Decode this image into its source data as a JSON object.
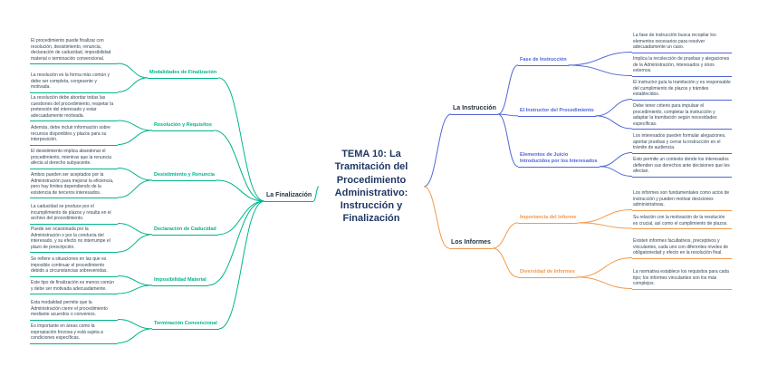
{
  "title": "TEMA 10: La Tramitación del Procedimiento Administrativo: Instrucción y Finalización",
  "colors": {
    "green": "#00b48c",
    "blue": "#5166d6",
    "orange": "#f2994a",
    "title_text": "#1f3864",
    "note_text": "#33475b"
  },
  "branches": {
    "finalizacion": {
      "label": "La Finalización",
      "children": [
        {
          "label": "Modalidades de Finalización",
          "notes": [
            "El procedimiento puede finalizar con resolución, desistimiento, renuncia, declaración de caducidad, imposibilidad material o terminación convencional.",
            "La resolución es la forma más común y debe ser completa, congruente y motivada."
          ]
        },
        {
          "label": "Resolución y Requisitos",
          "notes": [
            "La resolución debe abordar todas las cuestiones del procedimiento, respetar la pretensión del interesado y estar adecuadamente motivada.",
            "Además, debe incluir información sobre recursos disponibles y plazos para su interposición."
          ]
        },
        {
          "label": "Desistimiento y Renuncia",
          "notes": [
            "El desistimiento implica abandonar el procedimiento, mientras que la renuncia afecta al derecho subyacente.",
            "Ambos pueden ser aceptados por la Administración para mejorar la eficiencia, pero hay límites dependiendo de la existencia de terceros interesados."
          ]
        },
        {
          "label": "Declaración de Caducidad",
          "notes": [
            "La caducidad se produce por el incumplimiento de plazos y resulta en el archivo del procedimiento.",
            "Puede ser ocasionada por la Administración o por la conducta del interesado, y su efecto no interrumpe el plazo de prescripción."
          ]
        },
        {
          "label": "Imposibilidad Material",
          "notes": [
            "Se refiere a situaciones en las que es imposible continuar el procedimiento debido a circunstancias sobrevenidas.",
            "Este tipo de finalización es menos común y debe ser motivada adecuadamente."
          ]
        },
        {
          "label": "Terminación Convencional",
          "notes": [
            "Esta modalidad permite que la Administración cierre el procedimiento mediante acuerdos o convenios.",
            "Es importante en áreas como la expropiación forzosa y está sujeta a condiciones específicas."
          ]
        }
      ]
    },
    "instruccion": {
      "label": "La Instrucción",
      "children": [
        {
          "label": "Fase de Instrucción",
          "notes": [
            "La fase de instrucción busca recopilar los elementos necesarios para resolver adecuadamente un caso.",
            "Implica la recolección de pruebas y alegaciones de la Administración, interesados y otros externos."
          ]
        },
        {
          "label": "El Instructor del Procedimiento",
          "notes": [
            "El instructor guía la tramitación y es responsable del cumplimiento de plazos y trámites establecidos.",
            "Debe tener criterio para impulsar el procedimiento, completar la instrucción y adaptar la tramitación según necesidades específicas."
          ]
        },
        {
          "label": "Elementos de Juicio Introducidos por los Interesados",
          "notes": [
            "Los interesados pueden formular alegaciones, aportar pruebas y cerrar la instrucción en el trámite de audiencia.",
            "Esto permite un contexto donde los interesados defienden sus derechos ante decisiones que les afectan."
          ]
        }
      ]
    },
    "informes": {
      "label": "Los Informes",
      "children": [
        {
          "label": "Importancia del Informe",
          "notes": [
            "Los informes son fundamentales como actos de instrucción y pueden motivar decisiones administrativas.",
            "Su relación con la motivación de la resolución es crucial, así como el cumplimiento de plazos."
          ]
        },
        {
          "label": "Diversidad de Informes",
          "notes": [
            "Existen informes facultativos, preceptivos y vinculantes, cada uno con diferentes niveles de obligatoriedad y efecto en la resolución final.",
            "La normativa establece los requisitos para cada tipo; los informes vinculantes son los más complejos."
          ]
        }
      ]
    }
  }
}
